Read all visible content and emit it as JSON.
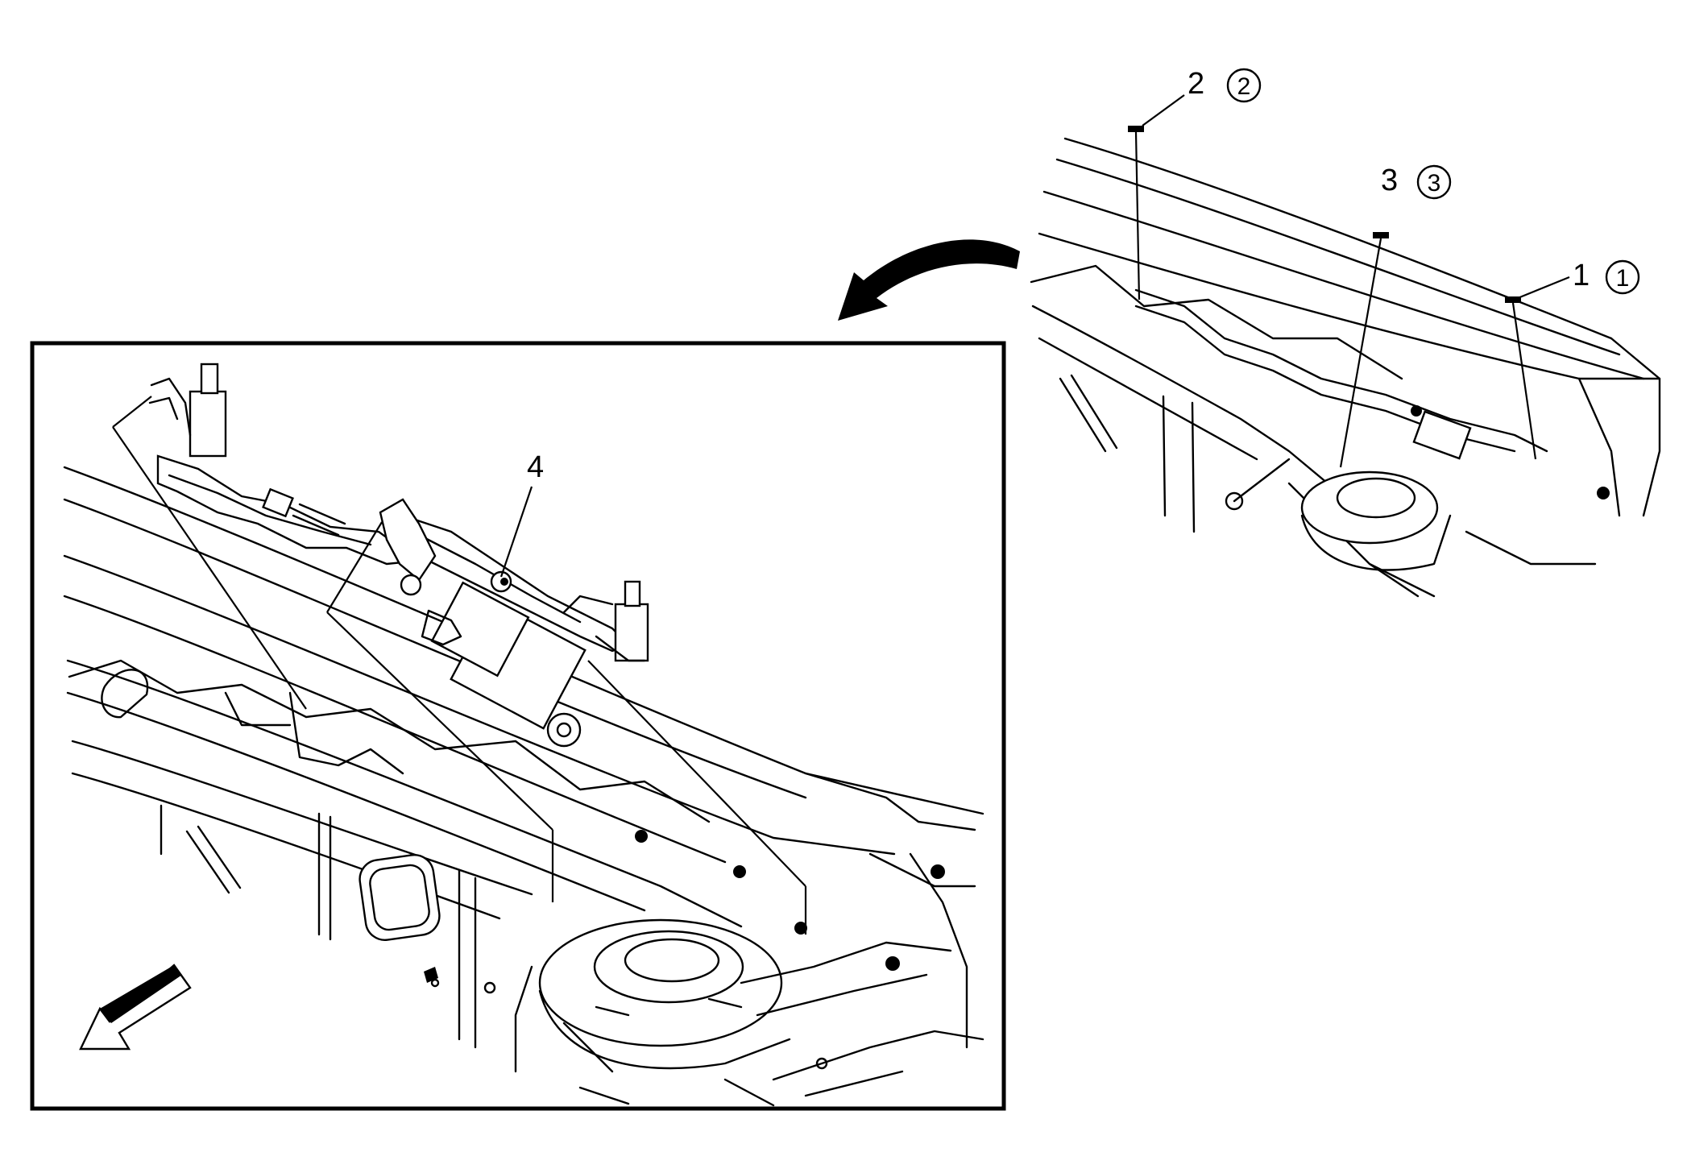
{
  "callouts": {
    "c1": {
      "number": "1",
      "circled": "1"
    },
    "c2": {
      "number": "2",
      "circled": "2"
    },
    "c3": {
      "number": "3",
      "circled": "3"
    },
    "c4": {
      "number": "4"
    }
  },
  "icons": {
    "transfer_arrow": "curved-arrow-icon",
    "direction_arrow": "forward-direction-arrow-icon",
    "bolt": "bolt-icon"
  },
  "colors": {
    "line": "#000000",
    "background": "#ffffff"
  }
}
